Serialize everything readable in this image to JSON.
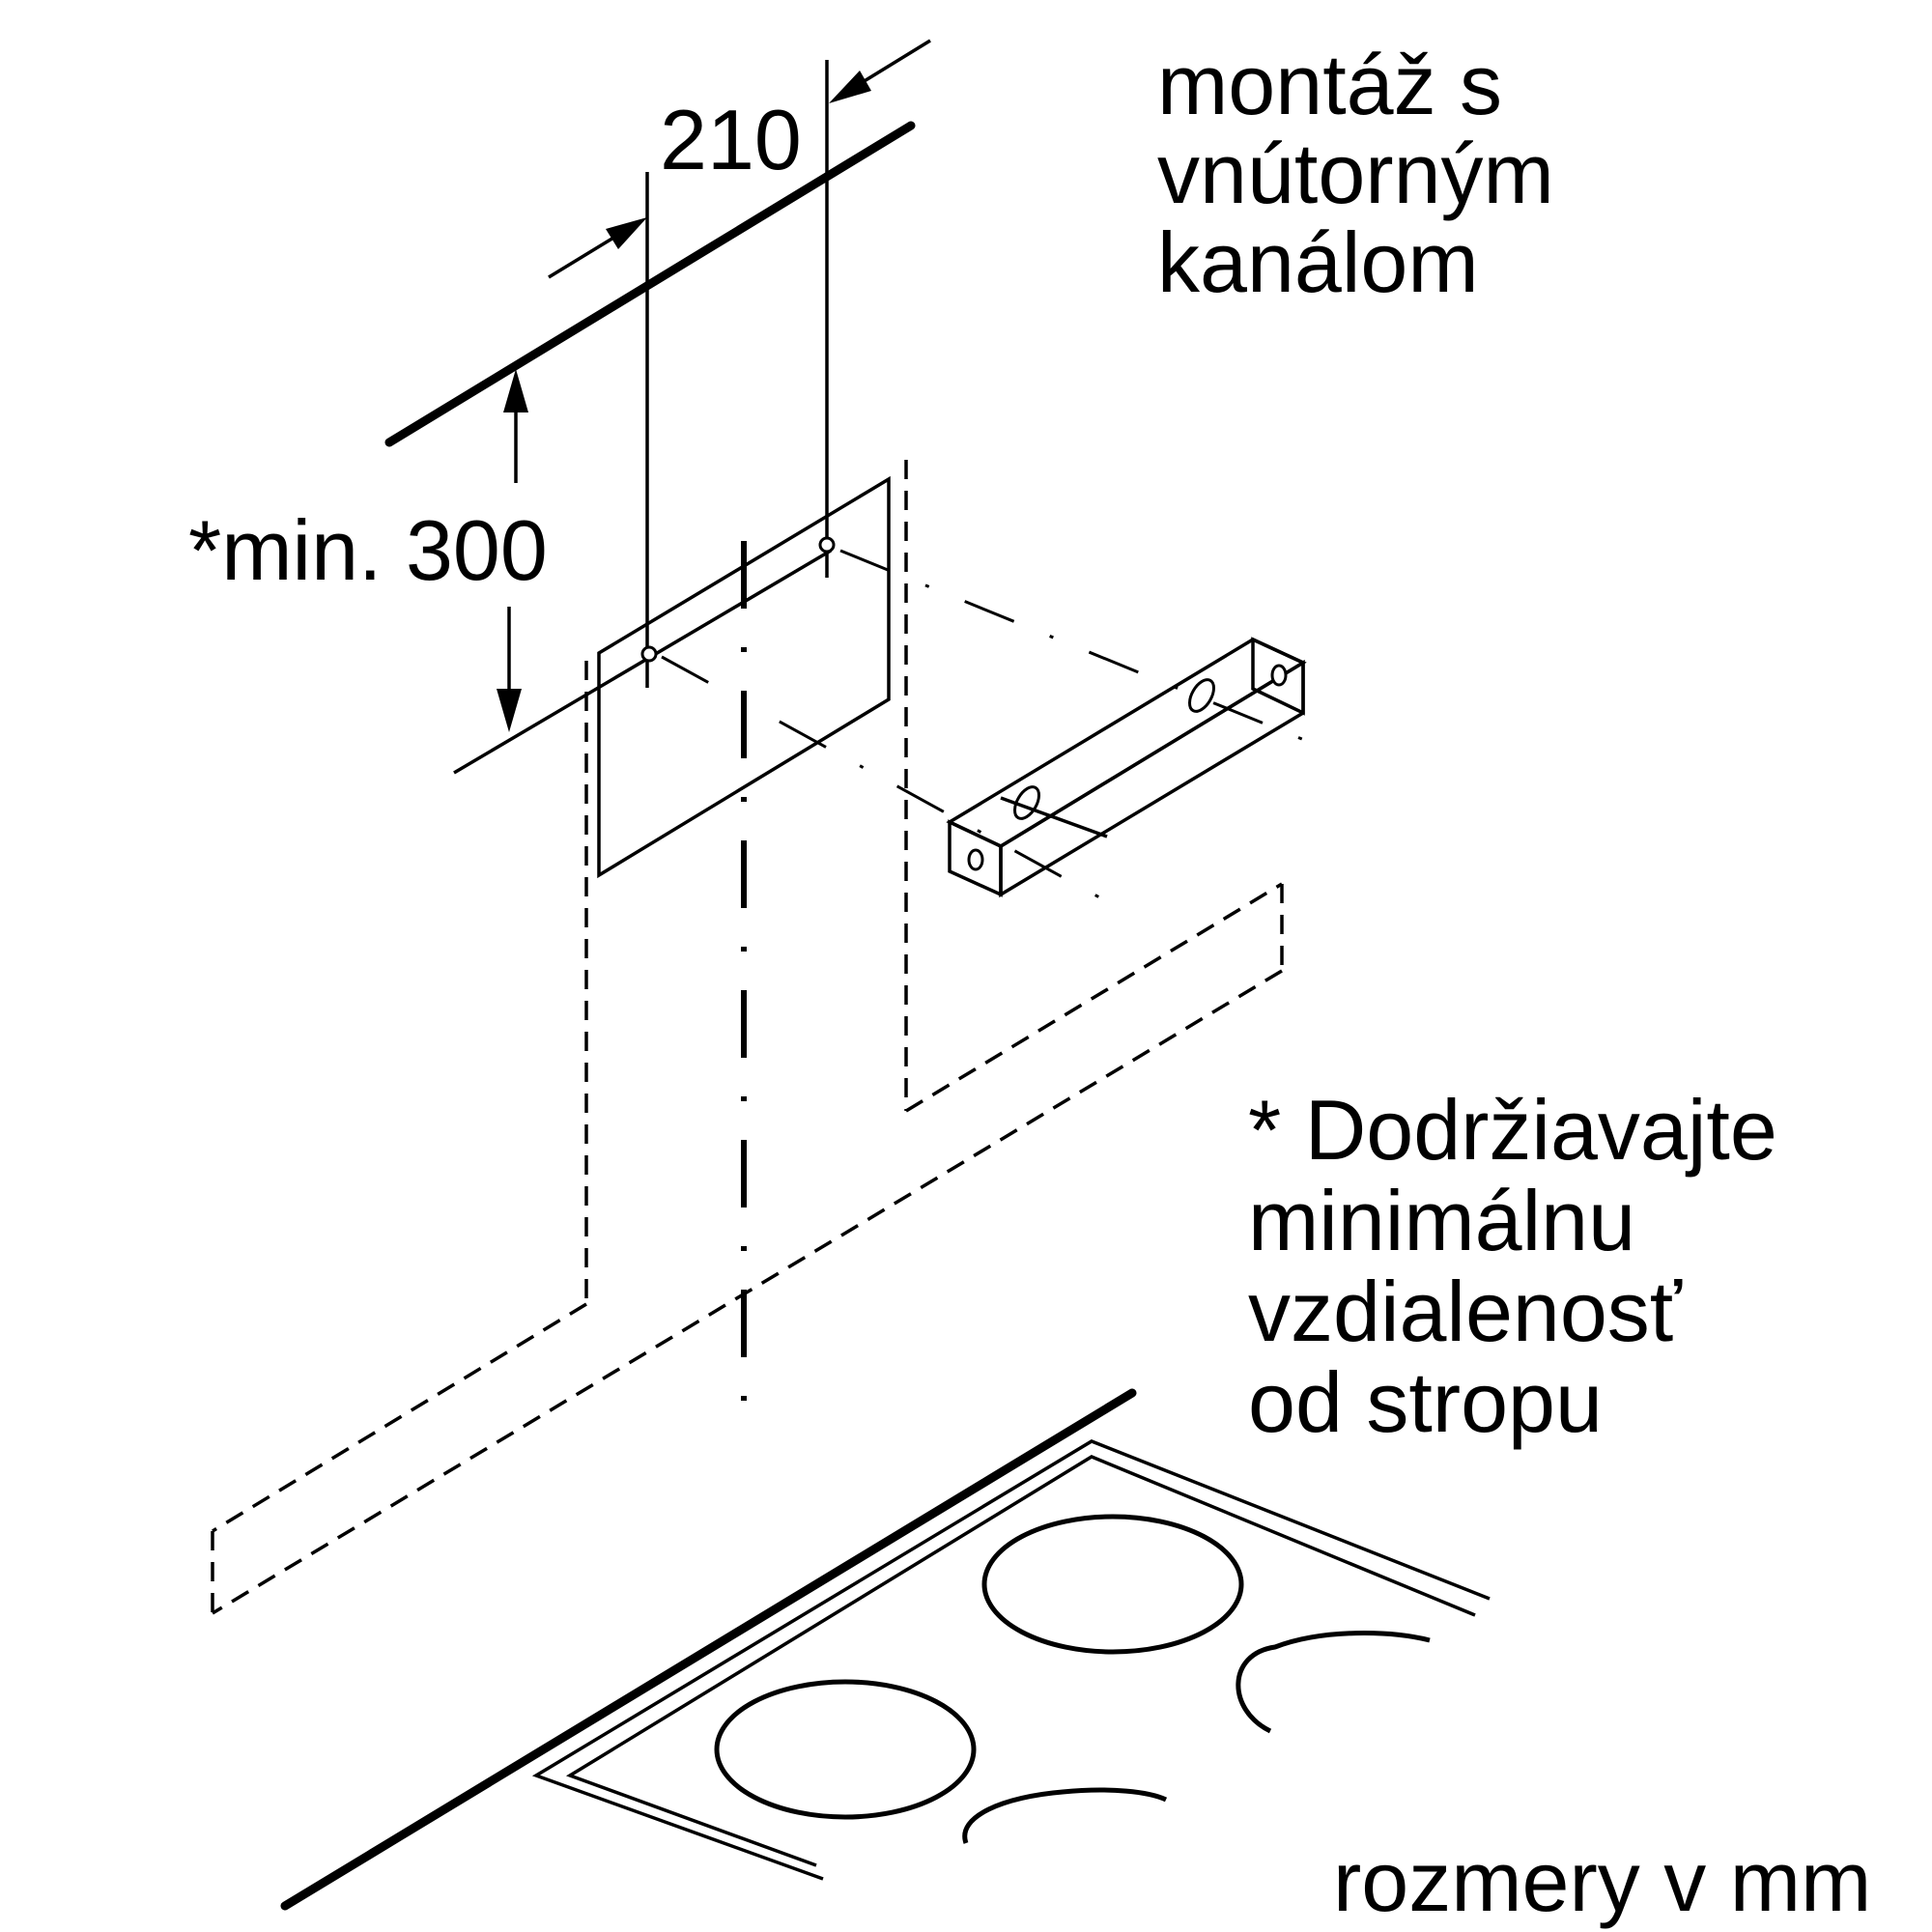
{
  "labels": {
    "title_line1": "montáž s",
    "title_line2": "vnútorným",
    "title_line3": "kanálom",
    "dimension_width": "210",
    "dimension_min": "*min. 300",
    "note_line1": "* Dodržiavajte",
    "note_line2": "minimálnu",
    "note_line3": "vzdialenosť",
    "note_line4": "od stropu",
    "units": "rozmery v mm"
  }
}
